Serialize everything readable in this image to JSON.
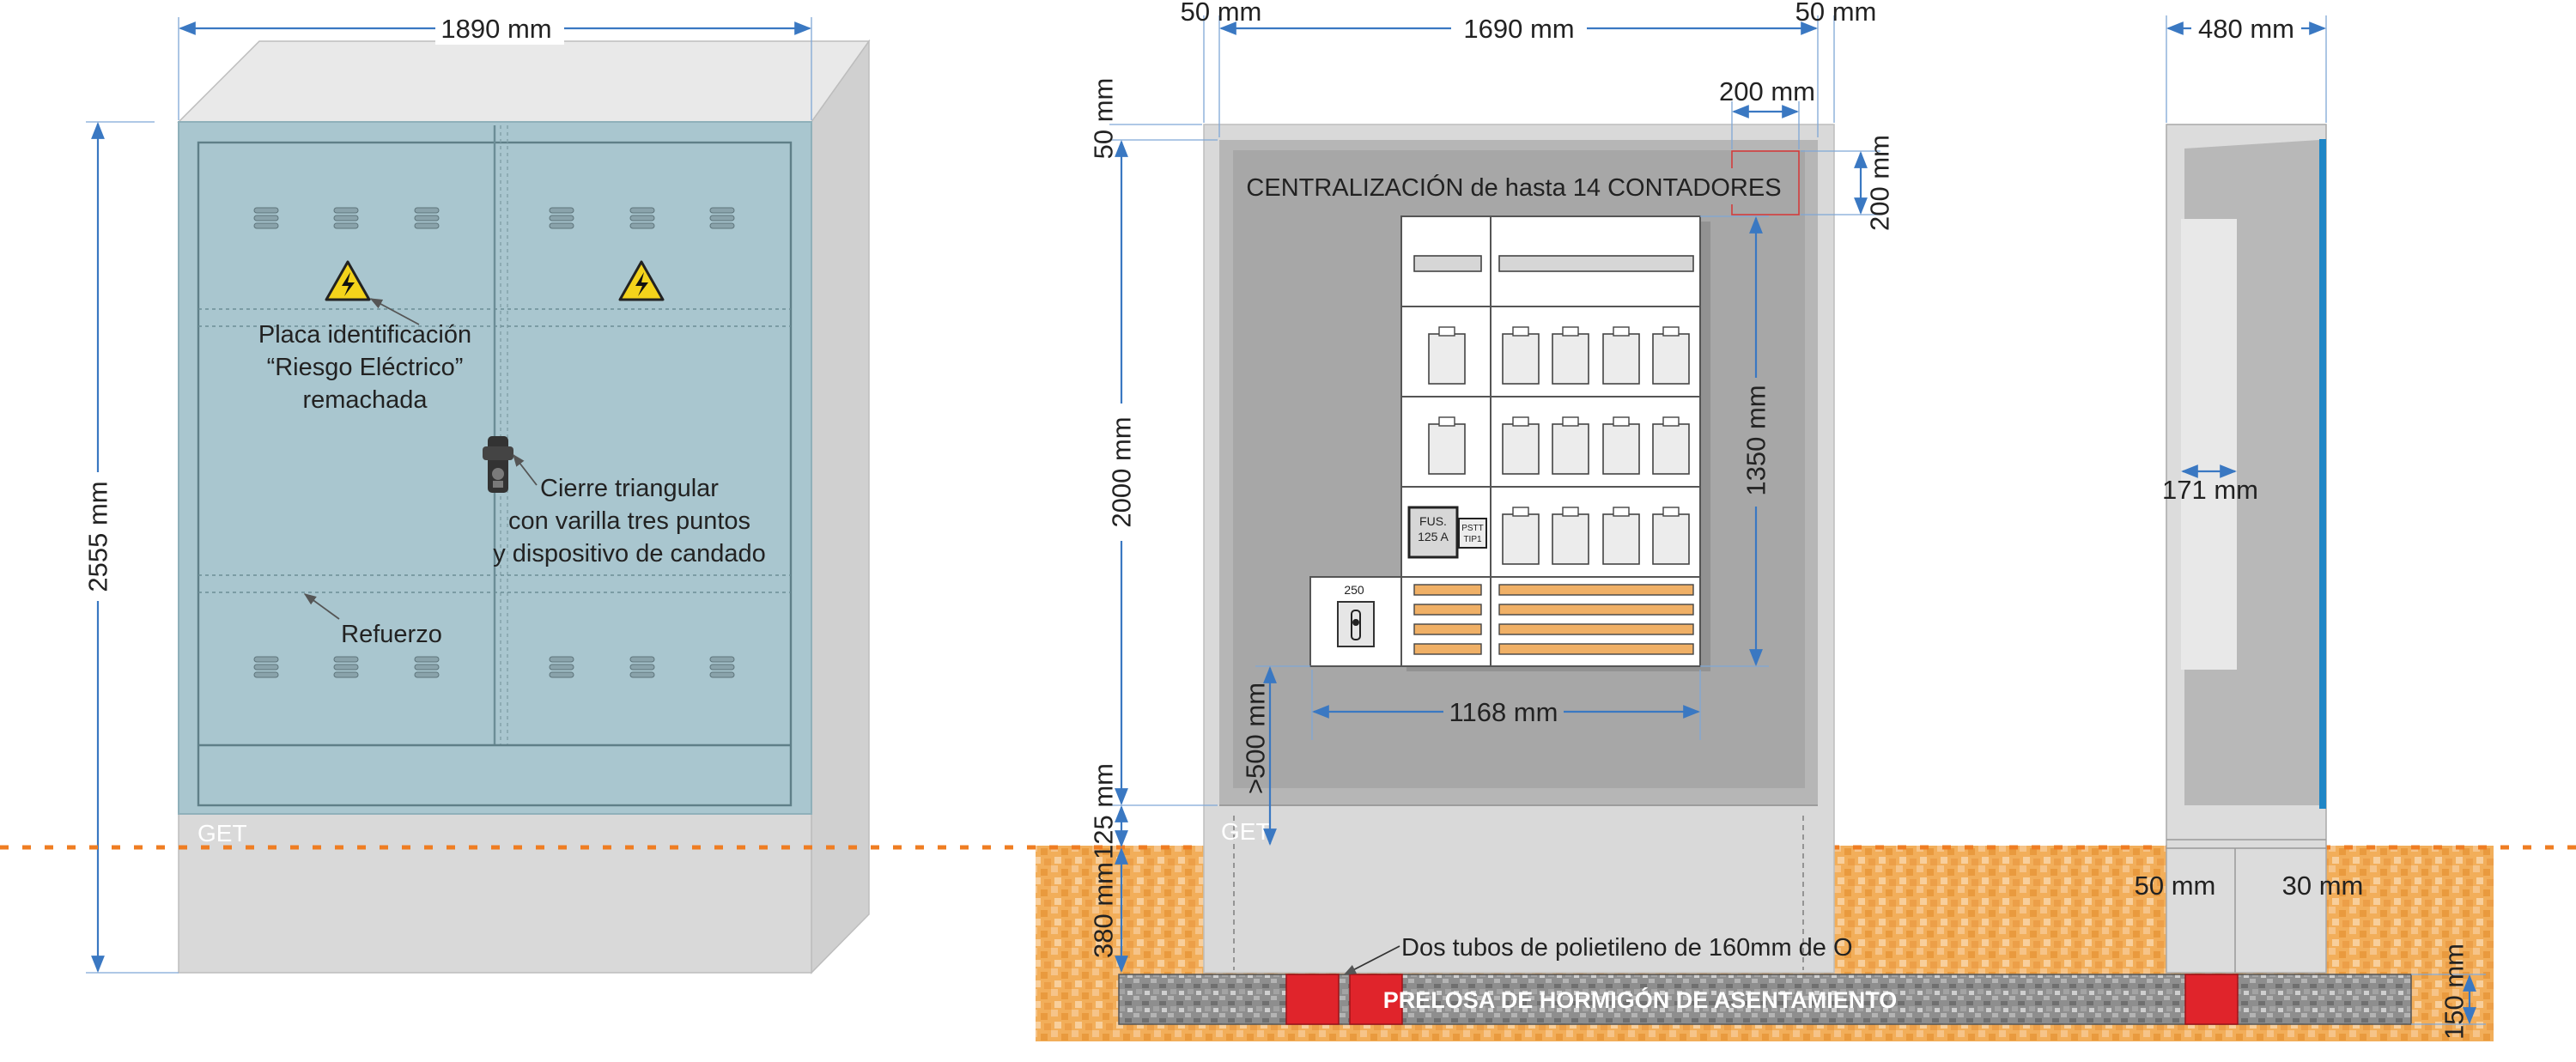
{
  "colors": {
    "door": "#a9c6cf",
    "cabinet": "#d8d8d8",
    "inner": "#a7a7a7",
    "ground": "#f0a64a",
    "slab": "#8c8c8c",
    "pipe": "#e0242b",
    "dimension": "#3a78c2",
    "grade_line": "#ef7d22",
    "terminal": "#f0b066",
    "side_strip": "#1f86c6"
  },
  "front_view": {
    "width_dim": "1890 mm",
    "height_dim": "2555 mm",
    "warning_plate_label": [
      "Placa identificación",
      "“Riesgo Eléctrico”",
      "remachada"
    ],
    "lock_label": [
      "Cierre triangular",
      "con varilla tres puntos",
      "y dispositivo de candado"
    ],
    "reinforcement_label": "Refuerzo",
    "brand_mark": "GET",
    "vent_icon": "vent-slots-icon",
    "warning_icon": "high-voltage-warning-icon"
  },
  "interior_view": {
    "left_wall_dim": "50 mm",
    "inner_width_dim": "1690 mm",
    "right_wall_dim": "50 mm",
    "top_box_width_dim": "200 mm",
    "top_wall_dim": "50 mm",
    "top_box_height_dim": "200 mm",
    "title": "CENTRALIZACIÓN de hasta 14 CONTADORES",
    "inner_height_dim": "2000 mm",
    "panel_height_dim": "1350 mm",
    "panel_width_dim": "1168 mm",
    "floor_clearance_dim": ">500 mm",
    "plinth_dim": "125 mm",
    "buried_depth_dim": "380 mm",
    "fuse_label": "FUS. 125 A",
    "pstt_label": "PSTT TIP1",
    "switch_rating": "250",
    "pipes_label": "Dos tubos de polietileno de 160mm de O",
    "slab_label": "PRELOSA DE HORMIGÓN DE ASENTAMIENTO",
    "brand_mark": "GET"
  },
  "side_view": {
    "depth_dim": "480 mm",
    "panel_depth_dim": "171 mm",
    "base_wall_dim": "50 mm",
    "base_wall_dim_right": "30 mm",
    "slab_thickness_dim": "150 mm"
  }
}
